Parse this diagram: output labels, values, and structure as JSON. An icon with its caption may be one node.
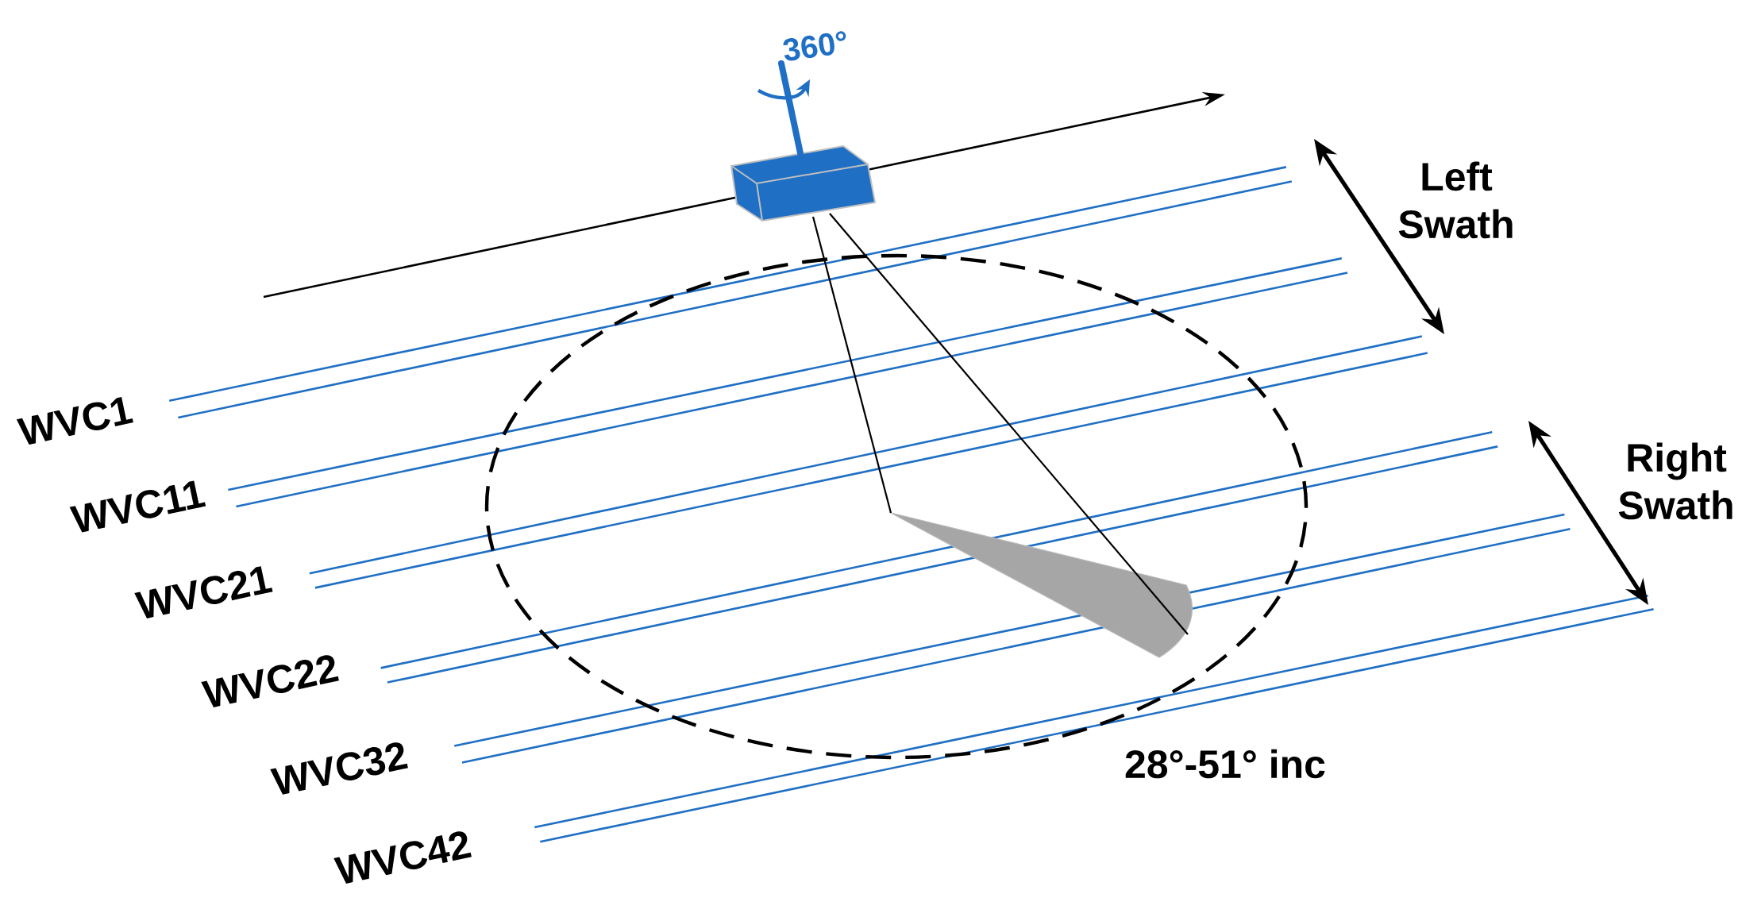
{
  "diagram": {
    "labels": [
      "360°",
      "Left Swath",
      "WVC1",
      "WVC11",
      "Right Swath",
      "WVC21",
      "WVC22",
      "WVC32",
      "28°-51° inc",
      "WVC42"
    ]
  }
}
